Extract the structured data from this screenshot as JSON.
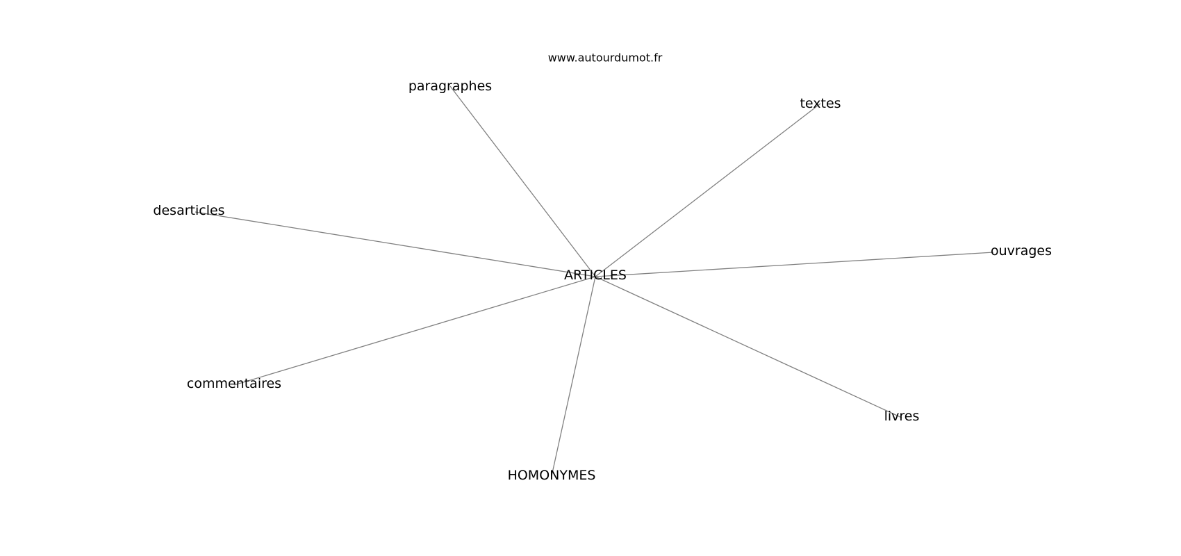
{
  "site": "www.autourdumot.fr",
  "center": {
    "label": "ARTICLES"
  },
  "nodes": [
    {
      "id": "paragraphes",
      "label": "paragraphes"
    },
    {
      "id": "textes",
      "label": "textes"
    },
    {
      "id": "desarticles",
      "label": "desarticles"
    },
    {
      "id": "ouvrages",
      "label": "ouvrages"
    },
    {
      "id": "commentaires",
      "label": "commentaires"
    },
    {
      "id": "livres",
      "label": "livres"
    },
    {
      "id": "homonymes",
      "label": "HOMONYMES"
    }
  ]
}
